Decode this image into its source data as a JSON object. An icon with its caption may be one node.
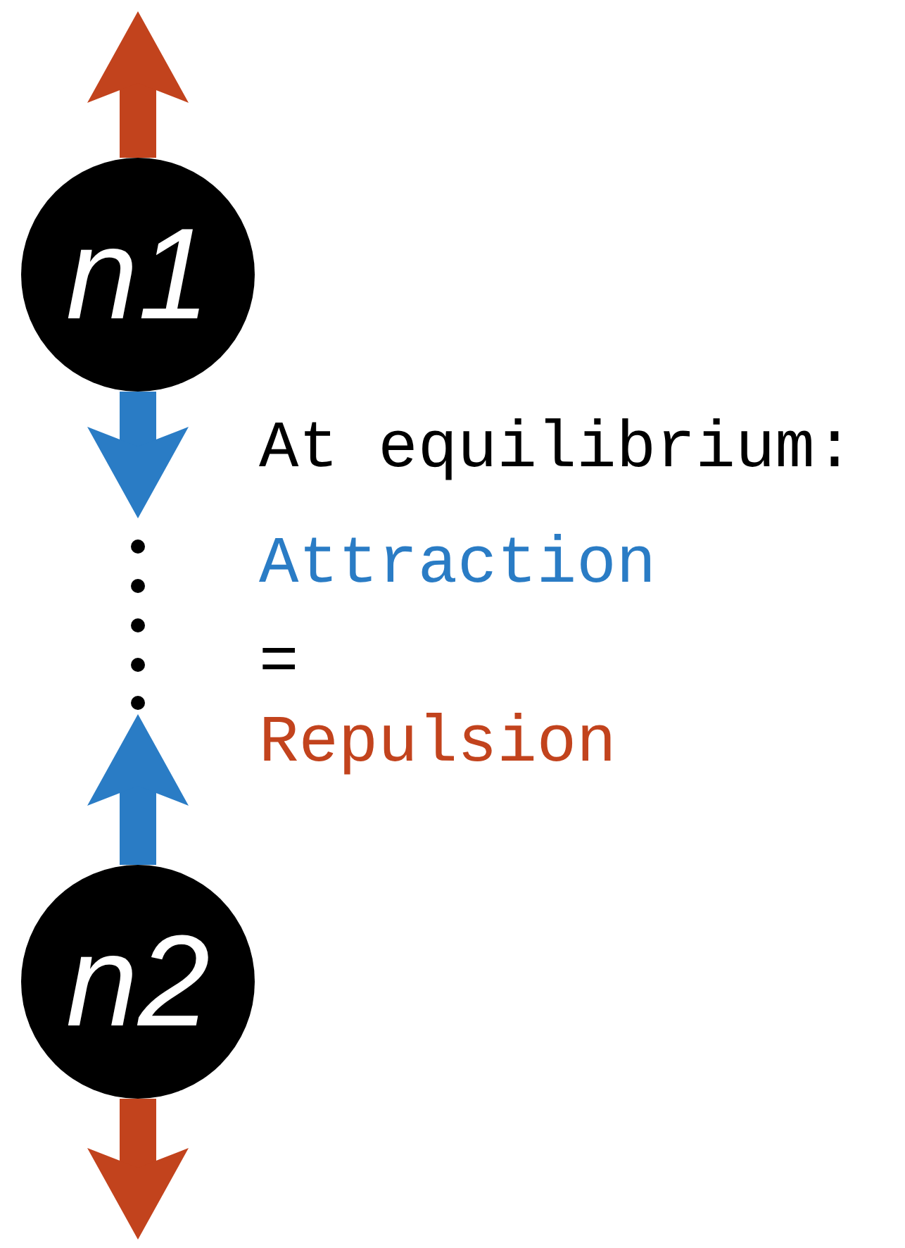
{
  "diagram": {
    "nodes": [
      {
        "text": [
          "n1"
        ]
      },
      {
        "text": [
          "n2"
        ]
      }
    ],
    "edges": [
      {
        "from": 0,
        "to": null,
        "arrow": "to",
        "color": "#c2431d"
      },
      {
        "from": 0,
        "to": null,
        "arrow": "to",
        "color": "#2a7cc5"
      },
      {
        "from": 1,
        "to": null,
        "arrow": "to",
        "color": "#2a7cc5"
      },
      {
        "from": 1,
        "to": null,
        "arrow": "to",
        "color": "#c2431d"
      }
    ],
    "labels": [
      "At equilibrium:",
      "Attraction",
      "=",
      "Repulsion"
    ]
  }
}
